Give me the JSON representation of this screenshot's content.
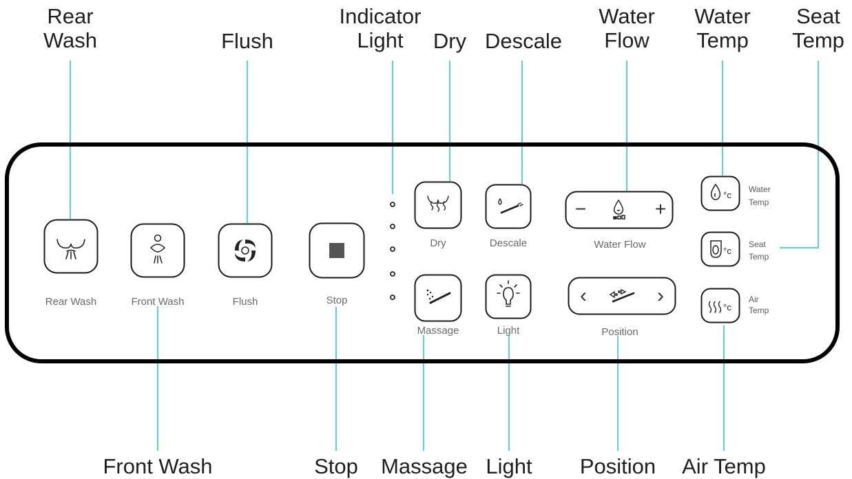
{
  "colors": {
    "leader_line": "#6ccbcb",
    "panel_border": "#000000",
    "button_border": "#1a1a1a",
    "icon": "#222222",
    "label_text": "#6a6a6a",
    "callout_text": "#1f1f1f"
  },
  "callouts": {
    "rear_wash": "Rear\nWash",
    "flush": "Flush",
    "indicator_light": "Indicator\nLight",
    "dry": "Dry",
    "descale": "Descale",
    "water_flow": "Water\nFlow",
    "water_temp": "Water\nTemp",
    "seat_temp": "Seat\nTemp",
    "front_wash": "Front Wash",
    "stop": "Stop",
    "massage": "Massage",
    "light": "Light",
    "position": "Position",
    "air_temp": "Air Temp"
  },
  "panel": {
    "rear_wash": "Rear Wash",
    "front_wash": "Front Wash",
    "flush": "Flush",
    "stop": "Stop",
    "dry": "Dry",
    "massage": "Massage",
    "descale": "Descale",
    "light": "Light",
    "water_flow": "Water Flow",
    "position": "Position",
    "water_temp_line1": "Water",
    "water_temp_line2": "Temp",
    "seat_temp_line1": "Seat",
    "seat_temp_line2": "Temp",
    "air_temp_line1": "Air",
    "air_temp_line2": "Temp",
    "minus_symbol": "−",
    "plus_symbol": "+",
    "left_symbol": "‹",
    "right_symbol": "›",
    "celsius_symbol": "°c"
  },
  "icons": [
    "rear-wash-icon",
    "front-wash-icon",
    "flush-icon",
    "stop-icon",
    "dry-icon",
    "massage-icon",
    "descale-icon",
    "light-bulb-icon",
    "water-drop-icon",
    "nozzle-icon",
    "water-temp-icon",
    "seat-temp-icon",
    "air-temp-icon"
  ],
  "indicator_light_count": 5
}
